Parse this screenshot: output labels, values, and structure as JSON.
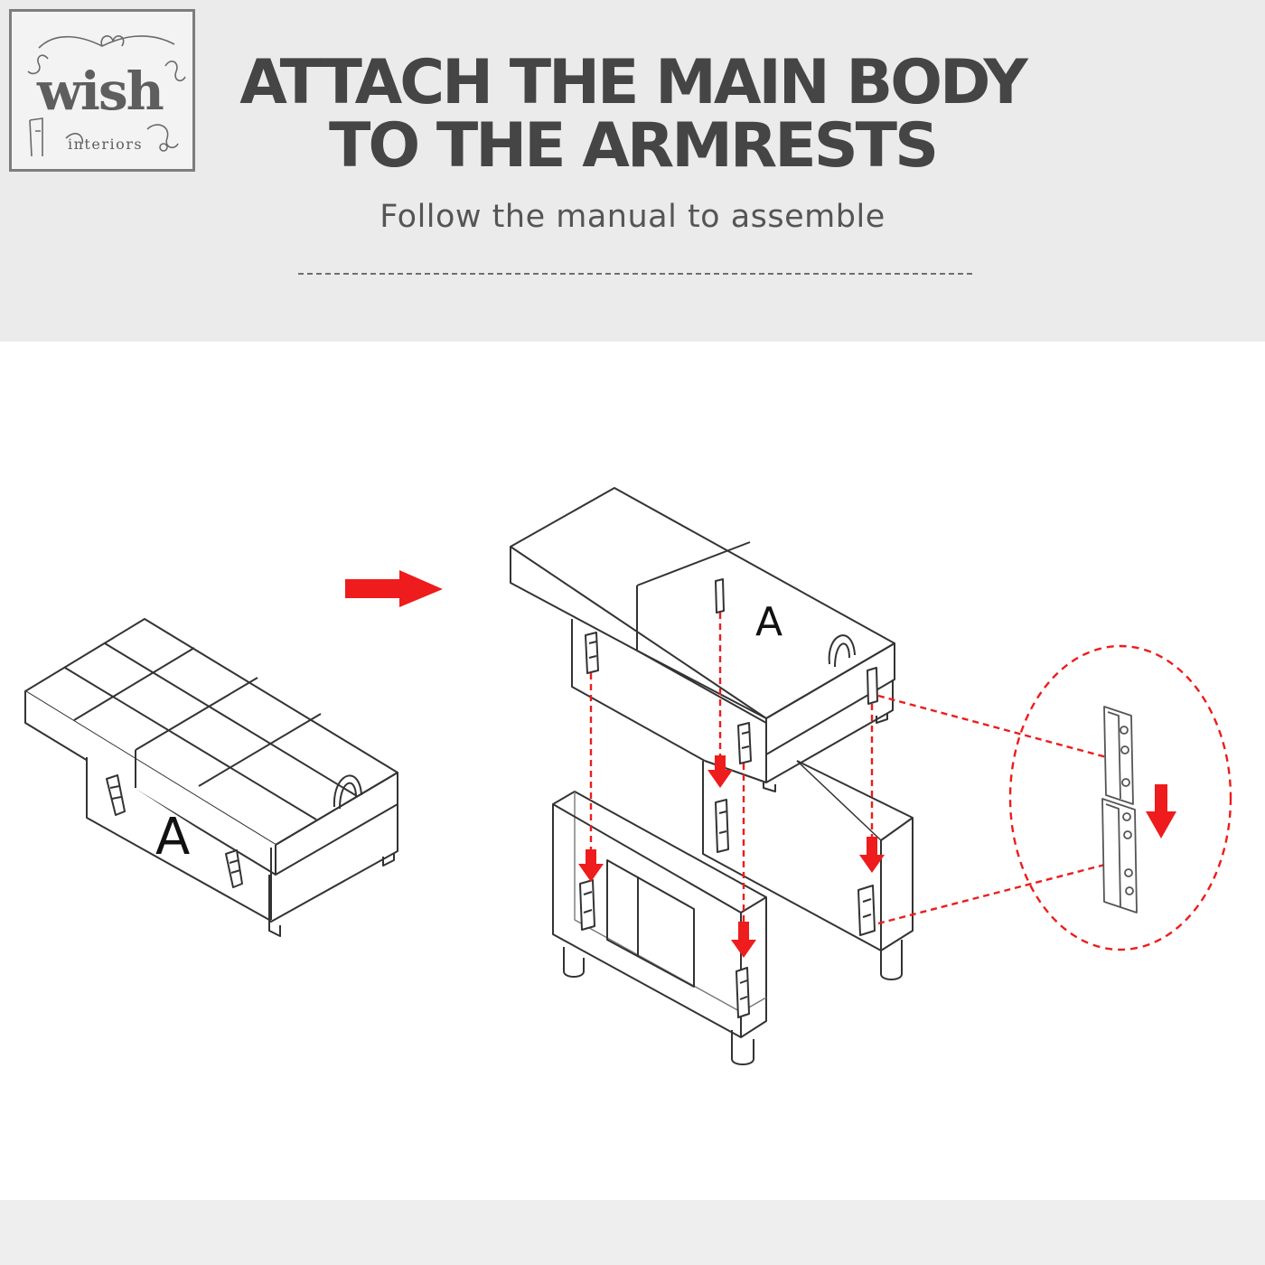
{
  "header": {
    "title_line1": "ATTACH THE MAIN BODY",
    "title_line2": "TO THE ARMRESTS",
    "subtitle": "Follow the manual to assemble"
  },
  "logo": {
    "brand": "wish",
    "tagline": "interiors"
  },
  "diagram": {
    "part_label_left": "A",
    "part_label_right": "A",
    "arrow_color": "#ee1c1c",
    "line_color": "#333333"
  }
}
